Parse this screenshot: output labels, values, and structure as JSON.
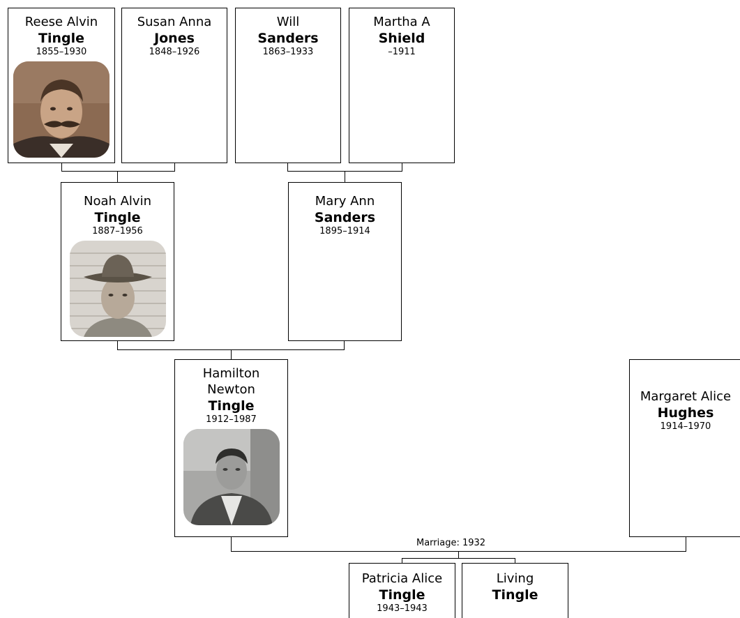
{
  "great_grandparents": {
    "reese": {
      "given": "Reese Alvin",
      "surname": "Tingle",
      "years": "1855–1930",
      "photo": "portrait-sepia-mustache"
    },
    "susan": {
      "given": "Susan Anna",
      "surname": "Jones",
      "years": "1848–1926"
    },
    "will": {
      "given": "Will",
      "surname": "Sanders",
      "years": "1863–1933"
    },
    "martha": {
      "given": "Martha A",
      "surname": "Shield",
      "years": "–1911"
    }
  },
  "grandparents": {
    "noah": {
      "given": "Noah Alvin",
      "surname": "Tingle",
      "years": "1887–1956",
      "photo": "portrait-campaign-hat"
    },
    "mary": {
      "given": "Mary Ann",
      "surname": "Sanders",
      "years": "1895–1914"
    }
  },
  "parents": {
    "hamilton": {
      "given": "Hamilton Newton",
      "surname": "Tingle",
      "years": "1912–1987",
      "photo": "portrait-black-white"
    },
    "margaret": {
      "given": "Margaret Alice",
      "surname": "Hughes",
      "years": "1914–1970"
    }
  },
  "marriage": {
    "label": "Marriage: 1932"
  },
  "children": {
    "patricia": {
      "given": "Patricia Alice",
      "surname": "Tingle",
      "years": "1943–1943"
    },
    "living": {
      "given": "Living",
      "surname": "Tingle"
    }
  },
  "colors": {
    "border": "#000000",
    "background": "#ffffff",
    "line": "#000000"
  }
}
